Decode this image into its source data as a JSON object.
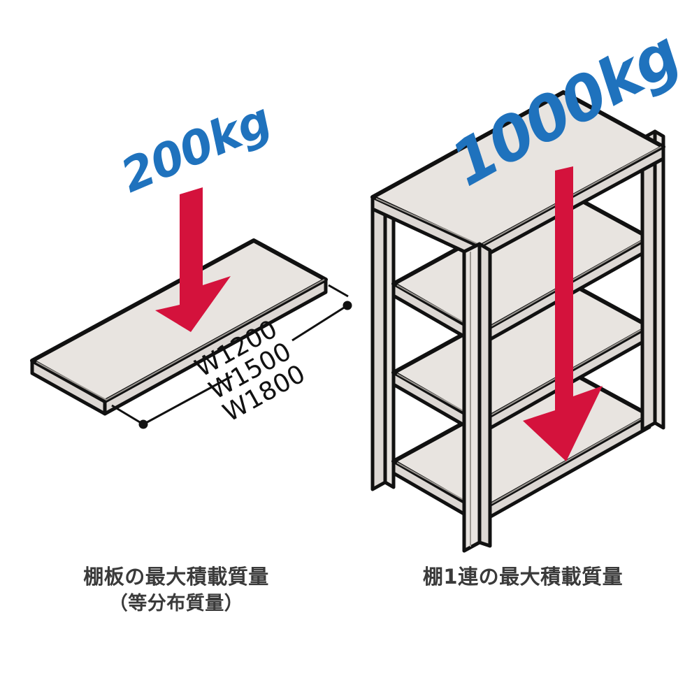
{
  "figure": {
    "background": "#ffffff",
    "panel_fill": "#e8e4e0",
    "panel_fill_shade": "#ddd8d4",
    "outline": "#111111",
    "arrow_color": "#d4123c",
    "label_color": "#1f72bd",
    "caption_color": "#3a3a3a"
  },
  "left_panel": {
    "load_label": "200kg",
    "dimension_labels": [
      "W1200",
      "W1500",
      "W1800"
    ],
    "caption_line1": "棚板の最大積載質量",
    "caption_line2": "（等分布質量）",
    "arrow_name": "down-arrow"
  },
  "right_panel": {
    "load_label": "1000kg",
    "caption_line1": "棚1連の最大積載質量",
    "caption_line2": "",
    "shelf_count": 4,
    "arrow_name": "down-arrow"
  }
}
